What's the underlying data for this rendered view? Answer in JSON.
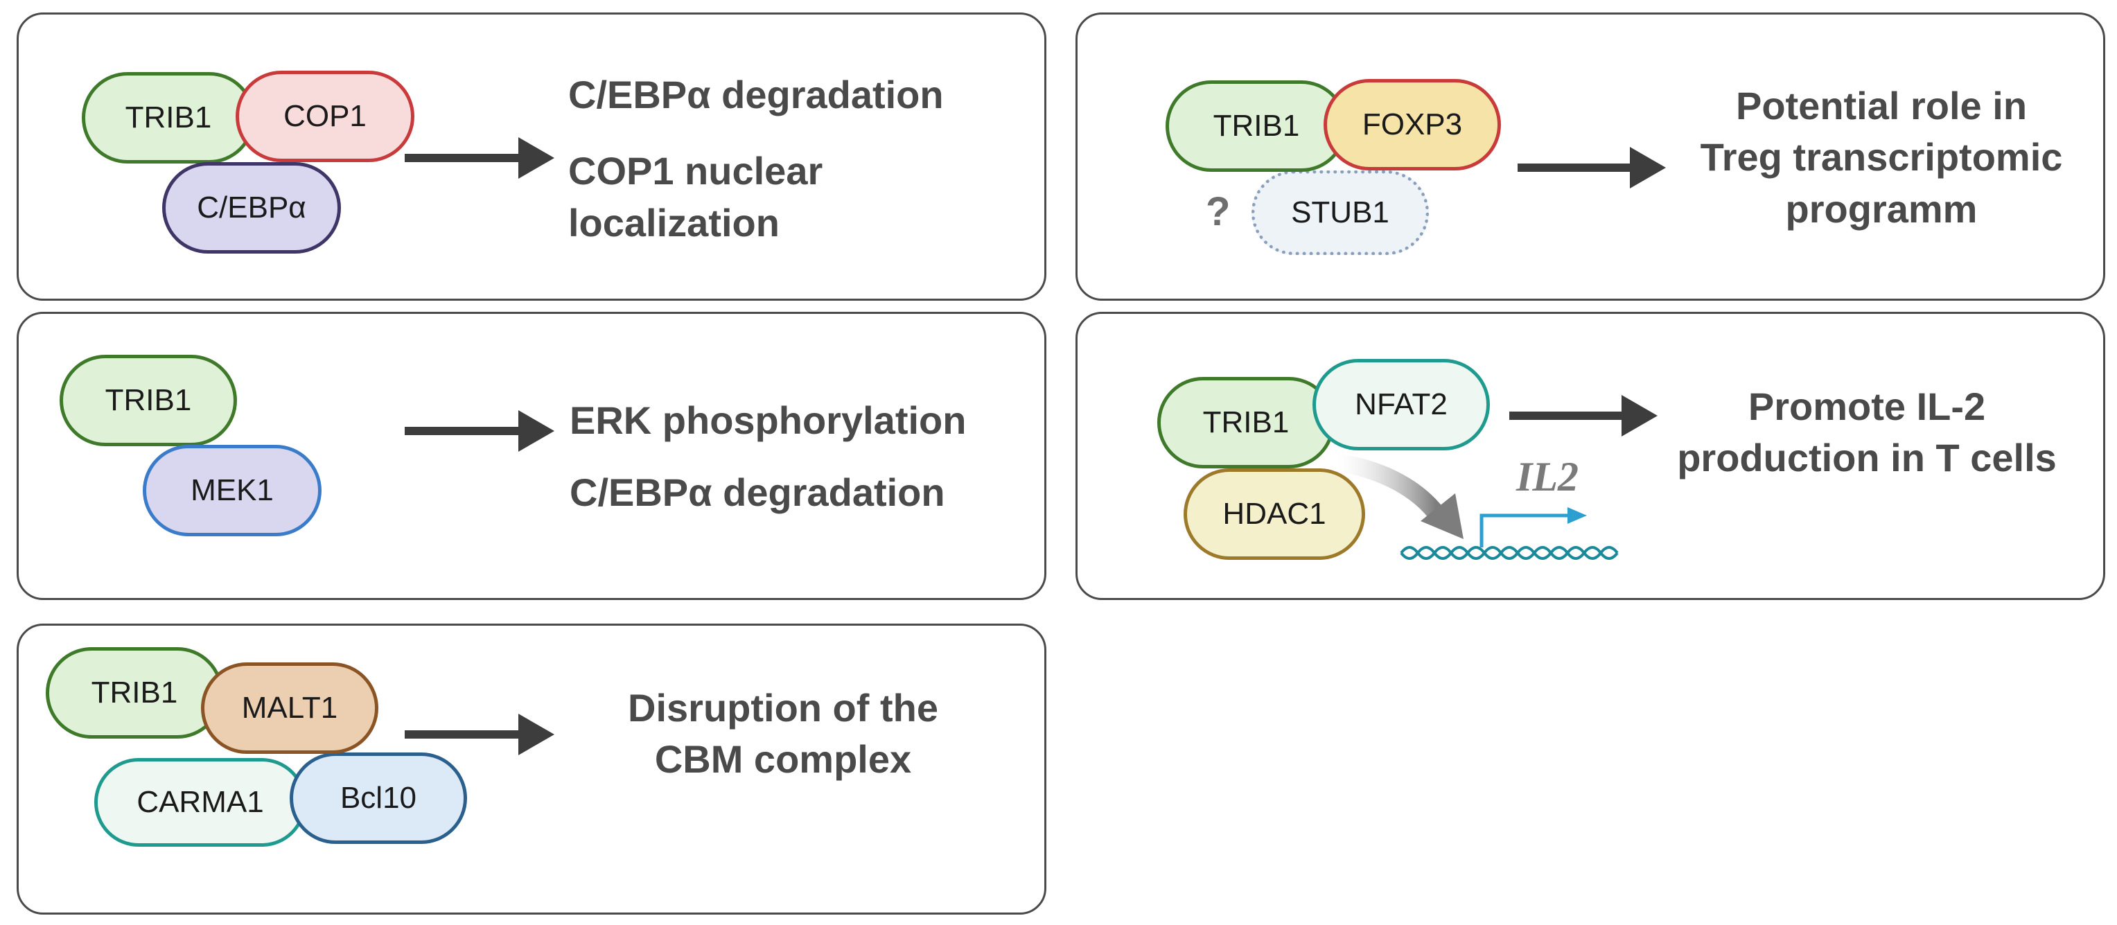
{
  "colors": {
    "panel_border": "#4a4a4a",
    "output_text": "#4a4a4a",
    "arrow": "#3d3d3d",
    "trib1_fill": "#dff1d6",
    "trib1_border": "#3f7a2a",
    "cop1_fill": "#f8dcdc",
    "cop1_border": "#c93b3b",
    "cebpa_fill": "#d9d6f0",
    "cebpa_border": "#3f3566",
    "mek1_fill": "#d9d6f0",
    "mek1_border": "#3a7cc9",
    "malt1_fill": "#eccfb0",
    "malt1_border": "#8a5424",
    "carma1_fill": "#eef7f2",
    "carma1_border": "#1f9a8e",
    "bcl10_fill": "#dce9f7",
    "bcl10_border": "#2b5f8e",
    "foxp3_fill": "#f6e3a8",
    "foxp3_border": "#c93b3b",
    "stub1_fill": "#eef3f8",
    "stub1_border": "#8a9fba",
    "nfat2_fill": "#eef7f2",
    "nfat2_border": "#1f9a8e",
    "hdac1_fill": "#f5f0cc",
    "hdac1_border": "#9c7a2a",
    "dna": "#1a8a9a",
    "tss_arrow": "#2a9fd0"
  },
  "panels": {
    "cop1": {
      "proteins": {
        "trib1": "TRIB1",
        "cop1": "COP1",
        "cebpa": "C/EBPα"
      },
      "outcomes": [
        "C/EBPα degradation",
        "COP1 nuclear",
        "localization"
      ]
    },
    "mek1": {
      "proteins": {
        "trib1": "TRIB1",
        "mek1": "MEK1"
      },
      "outcomes": [
        "ERK phosphorylation",
        "C/EBPα degradation"
      ]
    },
    "cbm": {
      "proteins": {
        "trib1": "TRIB1",
        "malt1": "MALT1",
        "carma1": "CARMA1",
        "bcl10": "Bcl10"
      },
      "outcomes": [
        "Disruption of the",
        "CBM complex"
      ]
    },
    "foxp3": {
      "proteins": {
        "trib1": "TRIB1",
        "foxp3": "FOXP3",
        "stub1": "STUB1"
      },
      "question_mark": "?",
      "outcomes": [
        "Potential role in",
        "Treg transcriptomic",
        "programm"
      ]
    },
    "nfat2": {
      "proteins": {
        "trib1": "TRIB1",
        "nfat2": "NFAT2",
        "hdac1": "HDAC1"
      },
      "gene": "IL2",
      "outcomes": [
        "Promote IL-2",
        "production in T cells"
      ]
    }
  }
}
